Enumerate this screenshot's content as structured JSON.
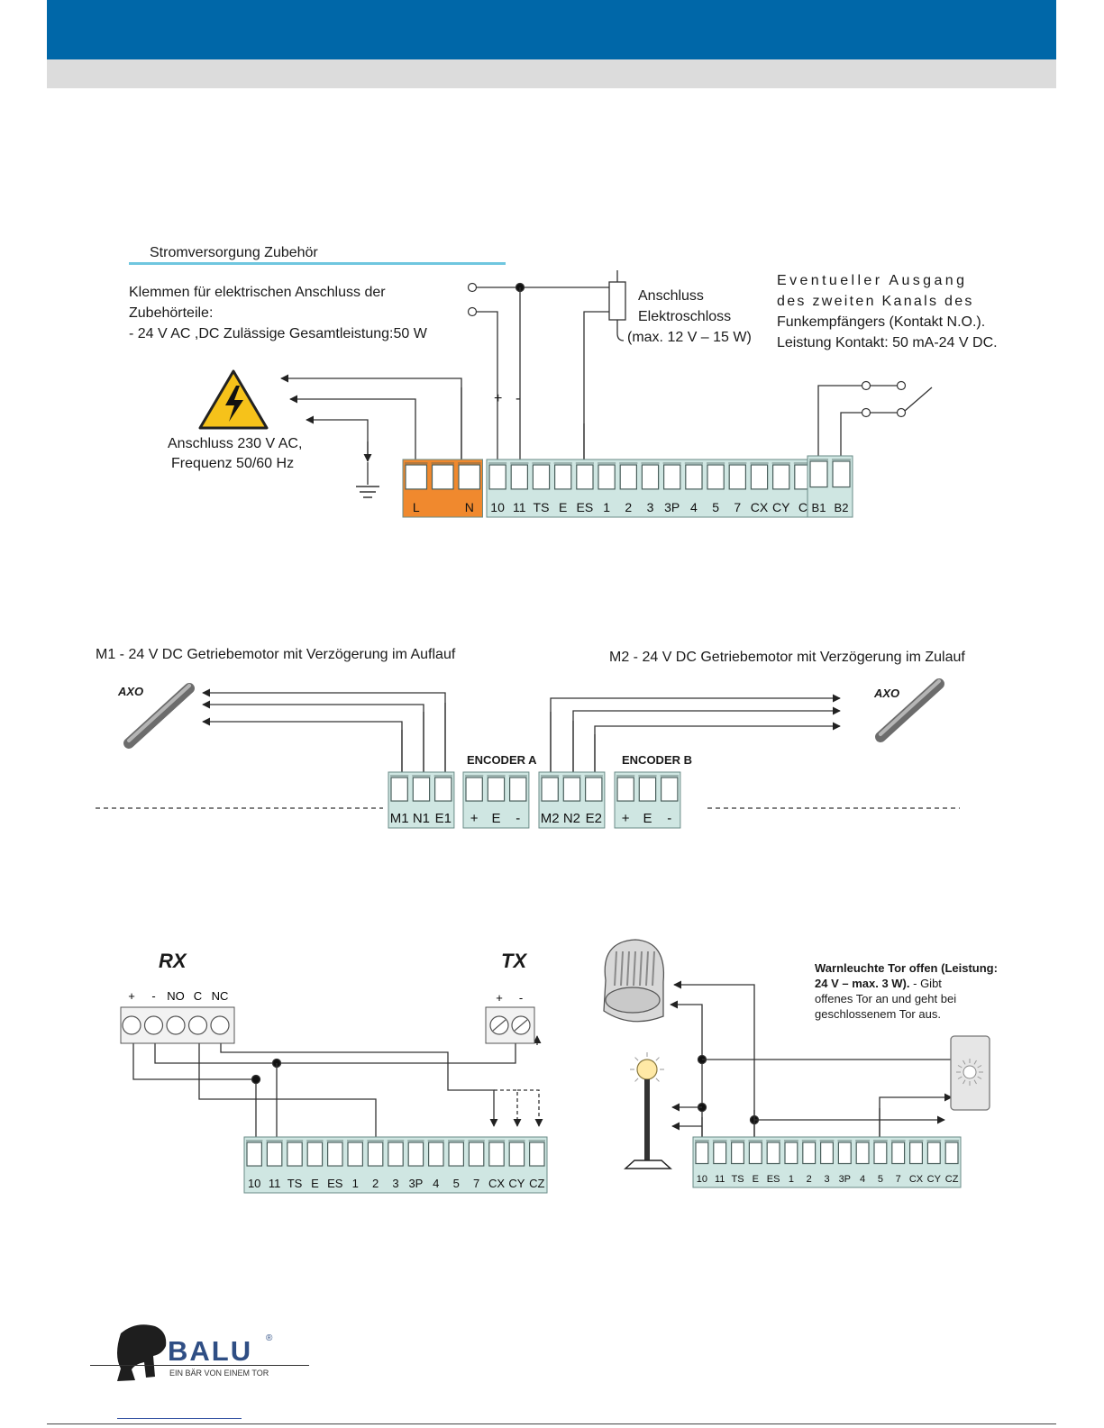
{
  "header": {
    "accent_blue": "#0067a8",
    "accent_grey": "#dcdcdc"
  },
  "section1": {
    "title": "Stromversorgung Zubehör",
    "terminals_desc": [
      "Klemmen für elektrischen Anschluss der",
      "Zubehörteile:",
      "- 24 V AC ,DC Zulässige Gesamtleistung:50 W"
    ],
    "mains_label": [
      "Anschluss 230 V AC,",
      "Frequenz 50/60 Hz"
    ],
    "lock_label": [
      "Anschluss",
      "Elektroschloss",
      "(max. 12 V – 15 W)"
    ],
    "channel_label": [
      "Eventueller Ausgang",
      "des zweiten Kanals des",
      "Funkempfängers (Kontakt N.O.).",
      "Leistung Kontakt: 50 mA-24 V DC."
    ],
    "plus_label": "+",
    "minus_label": "-",
    "power_terminals": [
      "L",
      "N"
    ],
    "terminals": [
      "10",
      "11",
      "TS",
      "E",
      "ES",
      "1",
      "2",
      "3",
      "3P",
      "4",
      "5",
      "7",
      "CX",
      "CY",
      "C"
    ],
    "b_terminals": [
      "B1",
      "B2"
    ]
  },
  "section2": {
    "m1_label": "M1 - 24 V DC Getriebemotor mit Verzögerung im Auflauf",
    "m2_label": "M2 - 24 V DC Getriebemotor mit Verzögerung im Zulauf",
    "motor_name": "AXO",
    "encoder_a": "ENCODER A",
    "encoder_b": "ENCODER B",
    "m1_terminals": [
      "M1",
      "N1",
      "E1"
    ],
    "enc_terminals": [
      "+",
      "E",
      "-"
    ],
    "m2_terminals": [
      "M2",
      "N2",
      "E2"
    ]
  },
  "section3": {
    "rx_label": "RX",
    "tx_label": "TX",
    "rx_terminals": [
      "+",
      "-",
      "NO",
      "C",
      "NC"
    ],
    "tx_terminals": [
      "+",
      "-"
    ],
    "terminals": [
      "10",
      "11",
      "TS",
      "E",
      "ES",
      "1",
      "2",
      "3",
      "3P",
      "4",
      "5",
      "7",
      "CX",
      "CY",
      "CZ"
    ],
    "warn_bold": [
      "Warnleuchte Tor offen (Leistung:",
      "24 V – max. 3 W)."
    ],
    "warn_rest": [
      "- Gibt",
      "offenes Tor an und geht bei",
      "geschlossenem Tor aus."
    ]
  },
  "footer": {
    "brand": "BALU",
    "tagline": "EIN BÄR VON EINEM TOR",
    "registered": "®"
  },
  "colors": {
    "terminal": "#cfe6e2",
    "power_terminal": "#f0892e",
    "divider": "#6fc6df",
    "warning": "#f6c21a"
  }
}
